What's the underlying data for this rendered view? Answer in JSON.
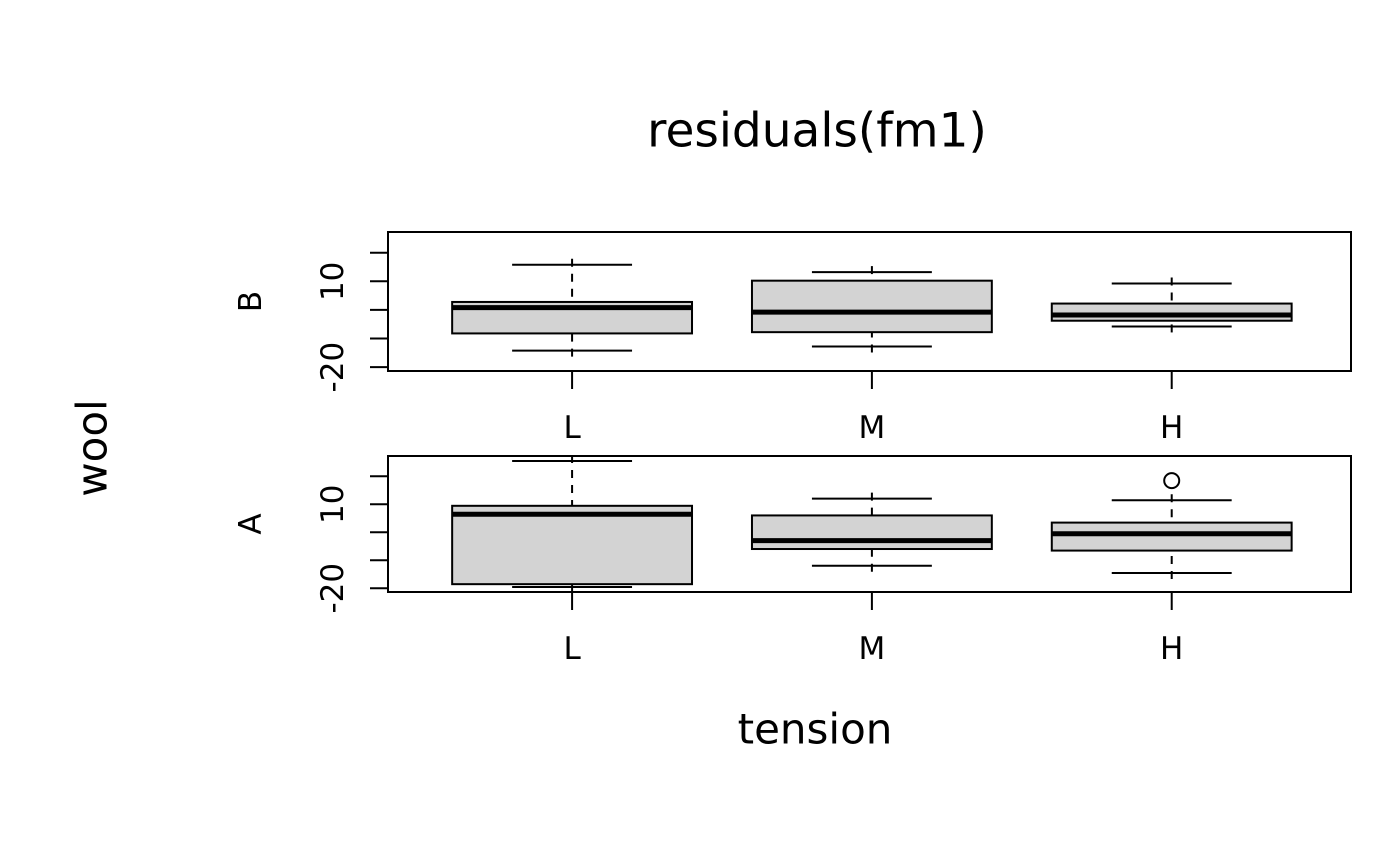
{
  "chart_data": {
    "type": "boxplot",
    "title": "residuals(fm1)",
    "xlabel": "tension",
    "ylabel": "wool",
    "categories": [
      "L",
      "M",
      "H"
    ],
    "y_ticks": [
      20,
      10,
      0,
      -10,
      -20
    ],
    "y_tick_labels": [
      "",
      "10",
      "",
      "",
      "-20"
    ],
    "ylim": [
      -21.36,
      27.24
    ],
    "grid": "off",
    "legend": "none",
    "box_fill": "#d3d3d3",
    "line_color": "#000000",
    "panels": [
      {
        "label": "B",
        "boxes": [
          {
            "category": "L",
            "whisker_low": -14.22,
            "q1": -8.22,
            "median": 0.78,
            "q3": 2.78,
            "whisker_high": 15.78,
            "outliers": []
          },
          {
            "category": "M",
            "whisker_low": -12.78,
            "q1": -7.78,
            "median": -0.78,
            "q3": 10.22,
            "whisker_high": 13.22,
            "outliers": []
          },
          {
            "category": "H",
            "whisker_low": -5.78,
            "q1": -3.78,
            "median": -1.78,
            "q3": 2.22,
            "whisker_high": 9.22,
            "outliers": []
          }
        ]
      },
      {
        "label": "A",
        "boxes": [
          {
            "category": "L",
            "whisker_low": -19.56,
            "q1": -18.56,
            "median": 6.44,
            "q3": 9.44,
            "whisker_high": 25.44,
            "outliers": []
          },
          {
            "category": "M",
            "whisker_low": -12.0,
            "q1": -6.0,
            "median": -3.0,
            "q3": 6.0,
            "whisker_high": 12.0,
            "outliers": []
          },
          {
            "category": "H",
            "whisker_low": -14.56,
            "q1": -6.56,
            "median": -0.56,
            "q3": 3.44,
            "whisker_high": 11.44,
            "outliers": [
              18.44
            ]
          }
        ]
      }
    ]
  }
}
